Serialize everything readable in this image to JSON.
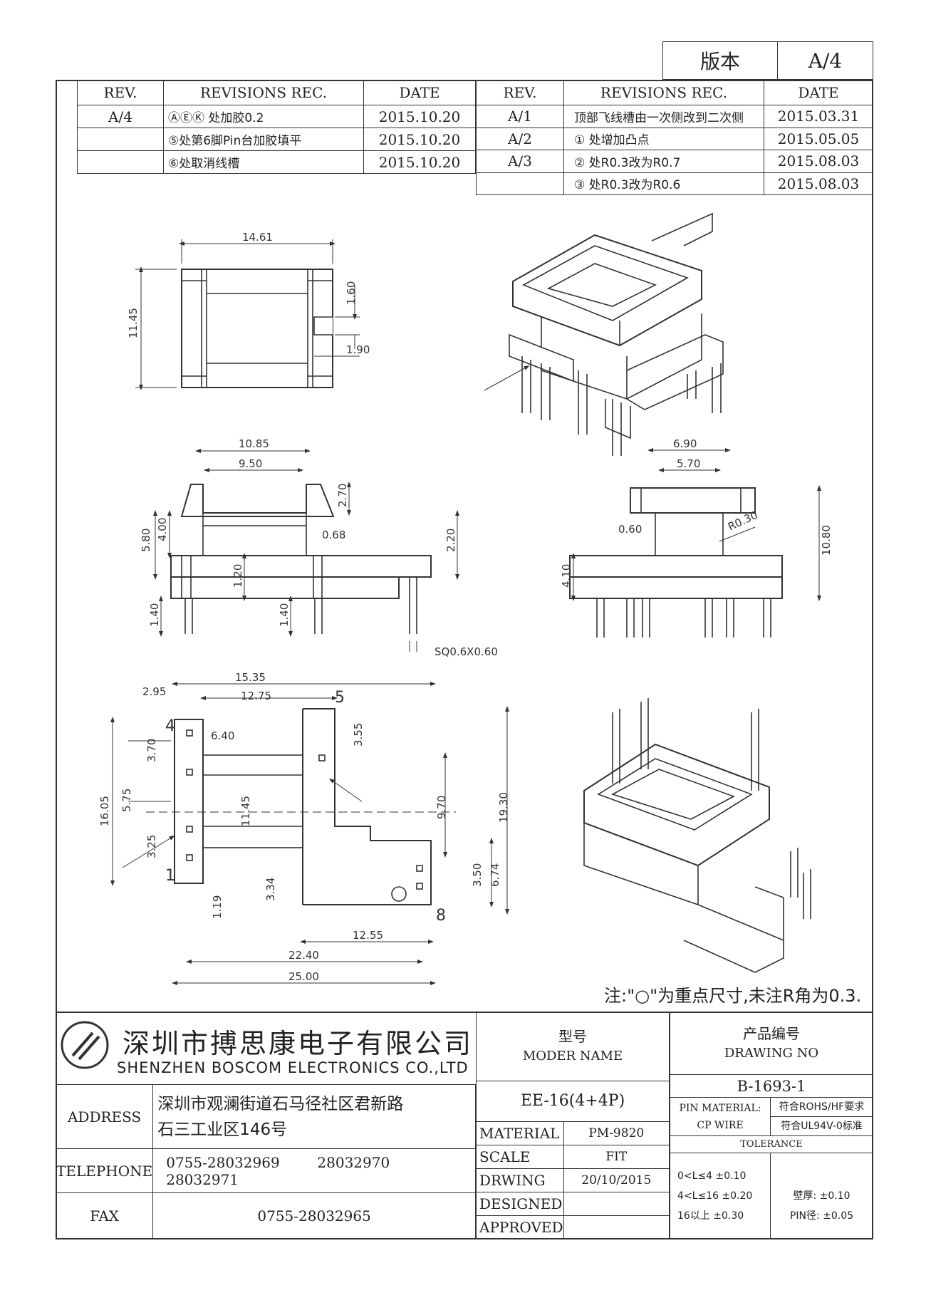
{
  "version_box": {
    "label": "版本",
    "value": "A/4"
  },
  "revisions": {
    "headers": [
      "REV.",
      "REVISIONS REC.",
      "DATE",
      "REV.",
      "REVISIONS REC.",
      "DATE"
    ],
    "left": [
      {
        "rev": "A/4",
        "rec": "ⒶⒺⓀ 处加胶0.2",
        "date": "2015.10.20"
      },
      {
        "rev": "",
        "rec": "⑤处第6脚Pin台加胶填平",
        "date": "2015.10.20"
      },
      {
        "rev": "",
        "rec": "⑥处取消线槽",
        "date": "2015.10.20"
      }
    ],
    "right": [
      {
        "rev": "A/1",
        "rec": "顶部飞线槽由一次侧改到二次侧",
        "date": "2015.03.31"
      },
      {
        "rev": "A/2",
        "rec": "① 处增加凸点",
        "date": "2015.05.05"
      },
      {
        "rev": "A/3",
        "rec": "② 处R0.3改为R0.7",
        "date": "2015.08.03"
      },
      {
        "rev": "",
        "rec": "③ 处R0.3改为R0.6",
        "date": "2015.08.03"
      }
    ]
  },
  "dims": {
    "top": {
      "a": "14.61",
      "b": "11.45",
      "c1": "1.60",
      "c2": "1.90"
    },
    "front": {
      "c": "10.85",
      "d": "9.50",
      "e": "5.80",
      "f": "4.00",
      "g": "2.70",
      "h1": "0.68",
      "h2": "2.20",
      "i": "1.20",
      "j": "1.40",
      "k": "1.40",
      "sq": "SQ0.6X0.60"
    },
    "side": {
      "a": "6.90",
      "b": "5.70",
      "c": "0.60",
      "d": "R0.30",
      "e": "10.80",
      "f": "4.10"
    },
    "bottom": {
      "m": "15.35",
      "n": "12.75",
      "a1": "2.95",
      "a2": "6.40",
      "a3": "3.70",
      "a4": "16.05",
      "a5": "5.75",
      "a6": "11.45",
      "a7": "3.25",
      "a8": "3.55",
      "a9": "9.70",
      "a10": "19.30",
      "a11": "3.50",
      "a12": "6.74",
      "a13": "3.34",
      "a14": "1.19",
      "a15": "12.55",
      "w": "22.40",
      "x": "25.00"
    },
    "pins": {
      "p5": "5",
      "p4": "4",
      "p1": "1",
      "p8": "8"
    }
  },
  "note": "注:\"○\"为重点尺寸,未注R角为0.3.",
  "title_block": {
    "company_cn": "深圳市搏思康电子有限公司",
    "company_en": "SHENZHEN BOSCOM ELECTRONICS CO.,LTD",
    "model_label_cn": "型号",
    "model_label_en": "MODER NAME",
    "drawing_label_cn": "产品编号",
    "drawing_label_en": "DRAWING NO",
    "model": "EE-16(4+4P)",
    "drawing_no": "B-1693-1",
    "address_label": "ADDRESS",
    "address_line1": "深圳市观澜街道石马径社区君新路",
    "address_line2": "石三工业区146号",
    "telephone_label": "TELEPHONE",
    "telephone": [
      "0755-28032969",
      "28032970",
      "28032971"
    ],
    "fax_label": "FAX",
    "fax": "0755-28032965",
    "material_label": "MATERIAL",
    "material": "PM-9820",
    "scale_label": "SCALE",
    "scale": "FIT",
    "drawing_label": "DRWING",
    "drawing_date": "20/10/2015",
    "designed_label": "DESIGNED",
    "approved_label": "APPROVED",
    "pin_material_label": "PIN MATERIAL:",
    "pin_material": "CP WIRE",
    "rohs": "符合ROHS/HF要求",
    "ul": "符合UL94V-0标准",
    "tolerance_label": "TOLERANCE",
    "tol1": "0<L≤4  ±0.10",
    "tol2": "4<L≤16  ±0.20",
    "tol3": "16以上     ±0.30",
    "wall": "壁厚:  ±0.10",
    "pin_dia": "PIN径:  ±0.05"
  }
}
